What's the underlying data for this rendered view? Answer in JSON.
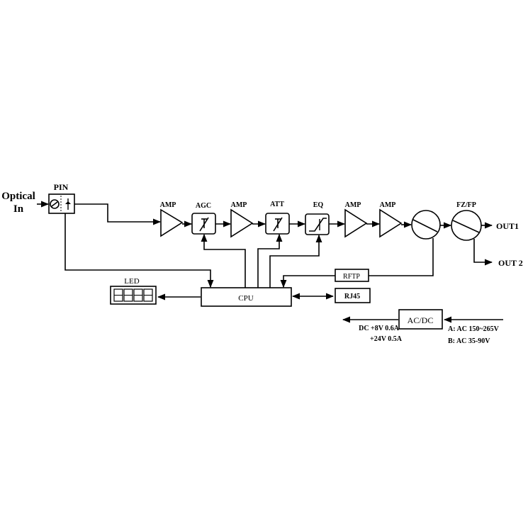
{
  "diagram": {
    "input_label_line1": "Optical",
    "input_label_line2": "In",
    "pin_label": "PIN",
    "amp1_label": "AMP",
    "agc_label": "AGC",
    "amp2_label": "AMP",
    "att_label": "ATT",
    "eq_label": "EQ",
    "amp3_label": "AMP",
    "amp4_label": "AMP",
    "fzfp_label": "FZ/FP",
    "out1_label": "OUT1",
    "out2_label": "OUT 2",
    "led_label": "LED",
    "cpu_label": "CPU",
    "rftp_label": "RFTP",
    "rj45_label": "RJ45",
    "acdc_label": "AC/DC",
    "dc_line1": "DC +8V 0.6A",
    "dc_line2": "+24V 0.5A",
    "ac_line1": "A: AC 150~265V",
    "ac_line2": "B: AC 35-90V"
  },
  "icons": [
    "photodiode-icon",
    "amplifier-icon",
    "attenuator-icon",
    "equalizer-icon",
    "splitter-icon",
    "arrow-icon"
  ],
  "colors": {
    "line": "#000000",
    "background": "#ffffff"
  }
}
